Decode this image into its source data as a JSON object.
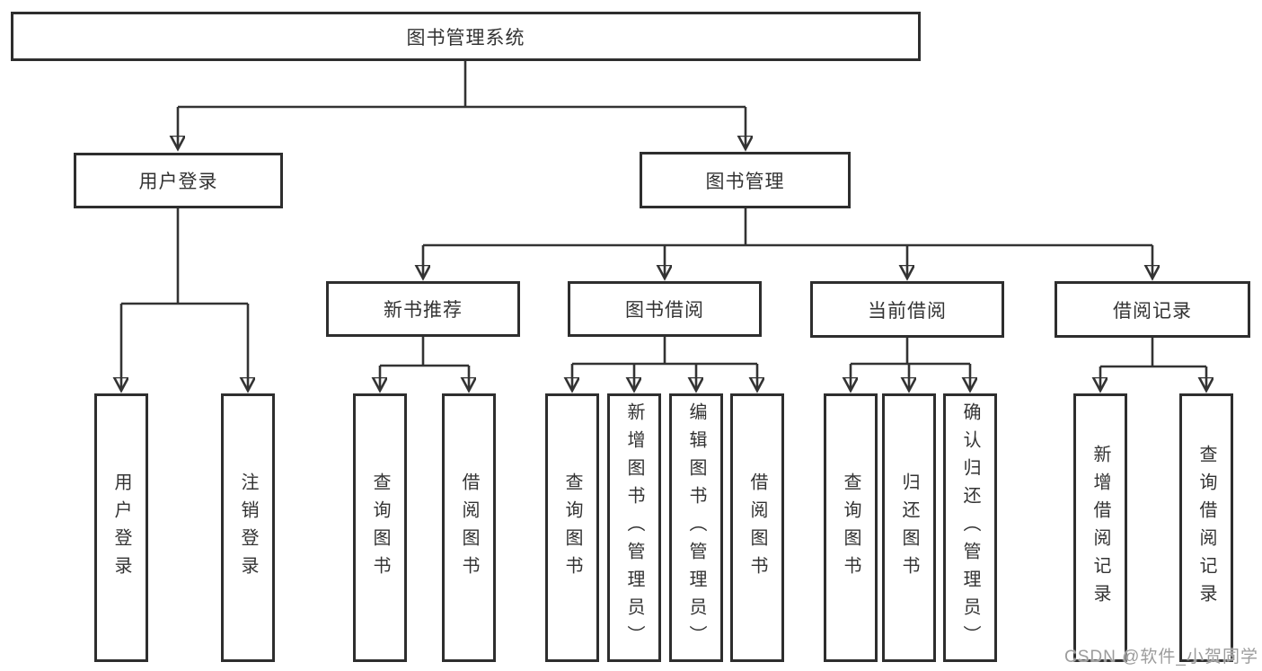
{
  "diagram": {
    "root": {
      "label": "图书管理系统"
    },
    "level2": [
      {
        "id": "user-login",
        "label": "用户登录"
      },
      {
        "id": "book-management",
        "label": "图书管理"
      }
    ],
    "level3": [
      {
        "id": "new-book-recommend",
        "label": "新书推荐",
        "parent": "book-management"
      },
      {
        "id": "book-borrowing",
        "label": "图书借阅",
        "parent": "book-management"
      },
      {
        "id": "current-borrowing",
        "label": "当前借阅",
        "parent": "book-management"
      },
      {
        "id": "borrowing-records",
        "label": "借阅记录",
        "parent": "book-management"
      }
    ],
    "leaves": [
      {
        "label": "用户登录",
        "parent": "user-login"
      },
      {
        "label": "注销登录",
        "parent": "user-login"
      },
      {
        "label": "查询图书",
        "parent": "new-book-recommend"
      },
      {
        "label": "借阅图书",
        "parent": "new-book-recommend"
      },
      {
        "label": "查询图书",
        "parent": "book-borrowing"
      },
      {
        "label": "新增图书（管理员）",
        "parent": "book-borrowing"
      },
      {
        "label": "编辑图书（管理员）",
        "parent": "book-borrowing"
      },
      {
        "label": "借阅图书",
        "parent": "book-borrowing"
      },
      {
        "label": "查询图书",
        "parent": "current-borrowing"
      },
      {
        "label": "归还图书",
        "parent": "current-borrowing"
      },
      {
        "label": "确认归还（管理员）",
        "parent": "current-borrowing"
      },
      {
        "label": "新增借阅记录",
        "parent": "borrowing-records"
      },
      {
        "label": "查询借阅记录",
        "parent": "borrowing-records"
      }
    ],
    "watermark": "CSDN @软件_小贺同学",
    "colors": {
      "line": "#333333",
      "box_border": "#2e2e2e",
      "text": "#333333",
      "watermark": "#9c9c9c",
      "background": "#ffffff"
    }
  }
}
